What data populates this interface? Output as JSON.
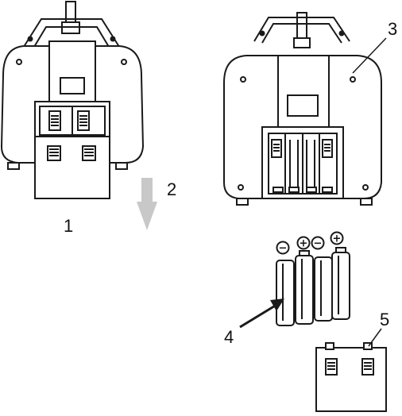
{
  "callouts": {
    "step1": "1",
    "step2": "2",
    "step3": "3",
    "step4": "4",
    "step5": "5"
  },
  "polarity": {
    "b1": "−",
    "b2": "+",
    "b3": "−",
    "b4": "+"
  },
  "colors": {
    "line": "#1a1a1a",
    "arrow_gray": "#c8c8c8",
    "background": "#ffffff"
  },
  "icons": [
    "transmitter-back",
    "battery-cover",
    "battery-pack",
    "slide-down-arrow",
    "insert-arrow"
  ]
}
